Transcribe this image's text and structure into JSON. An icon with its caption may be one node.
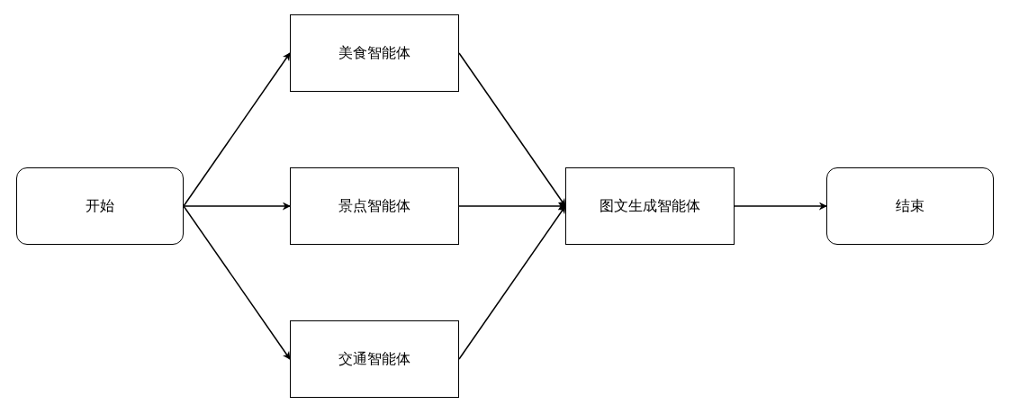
{
  "diagram": {
    "nodes": [
      {
        "text": [
          "开始"
        ]
      },
      {
        "text": [
          "美食智能体"
        ]
      },
      {
        "text": [
          "景点智能体"
        ]
      },
      {
        "text": [
          "交通智能体"
        ]
      },
      {
        "text": [
          "图文生成智能体"
        ]
      },
      {
        "text": [
          "结束"
        ]
      }
    ],
    "edges": [
      {
        "from": 0,
        "to": 1,
        "arrow": "to"
      },
      {
        "from": 0,
        "to": 2,
        "arrow": "to"
      },
      {
        "from": 0,
        "to": 3,
        "arrow": "to"
      },
      {
        "from": 1,
        "to": 4,
        "arrow": "to"
      },
      {
        "from": 2,
        "to": 4,
        "arrow": "to"
      },
      {
        "from": 3,
        "to": 4,
        "arrow": "to"
      },
      {
        "from": 4,
        "to": 5,
        "arrow": "to"
      }
    ]
  }
}
